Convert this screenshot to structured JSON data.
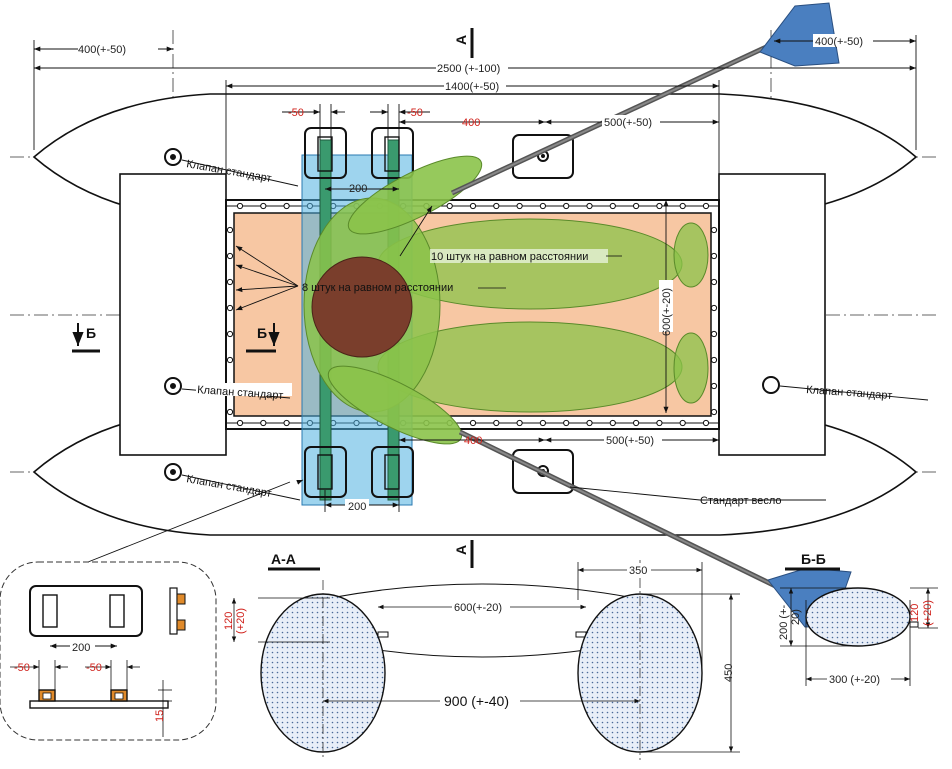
{
  "section_marks": {
    "a": "А",
    "b": "Б"
  },
  "section_titles": {
    "aa": "А-А",
    "bb": "Б-Б"
  },
  "top_dims": {
    "left_400": "400(+-50)",
    "right_400": "400(+-50)",
    "total_2500": "2500 (+-100)",
    "deck_1400": "1400(+-50)",
    "minus50_a": "-50",
    "minus50_b": "-50",
    "red_400": "400",
    "dim_500_top": "500(+-50)",
    "dim_500_bottom": "500(+-50)",
    "red_400_bottom": "400",
    "frame_200_top": "200",
    "frame_200_bottom": "200",
    "deck_600": "600(+-20)"
  },
  "labels": {
    "valve_1": "Клапан стандарт",
    "valve_2": "Клапан стандарт",
    "valve_3": "Клапан стандарт",
    "valve_4": "Клапан стандарт",
    "rings_10": "10 штук на равном расстоянии",
    "rings_8": "8 штук на равном расстоянии",
    "oar": "Стандарт весло"
  },
  "inset_dims": {
    "w200": "200",
    "m50a": "-50",
    "m50b": "-50",
    "h15": "15"
  },
  "aa_dims": {
    "w350": "350",
    "w600": "600(+-20)",
    "w900": "900 (+-40)",
    "h450": "450",
    "h120": "120",
    "h120_tol": "(+20)"
  },
  "bb_dims": {
    "h200": "200 (+-",
    "h200b": "20)",
    "w300": "300 (+-20)",
    "h120": "120",
    "h120_tol": "(+20)"
  },
  "colors": {
    "deck": "#f7c7a3",
    "frame": "#4fb0e0",
    "frame_bar": "#3a9a6e",
    "body": "#8bc34a",
    "head": "#7a3e2c",
    "red_dim": "#d0201a",
    "paddle": "#4a7fc0"
  }
}
